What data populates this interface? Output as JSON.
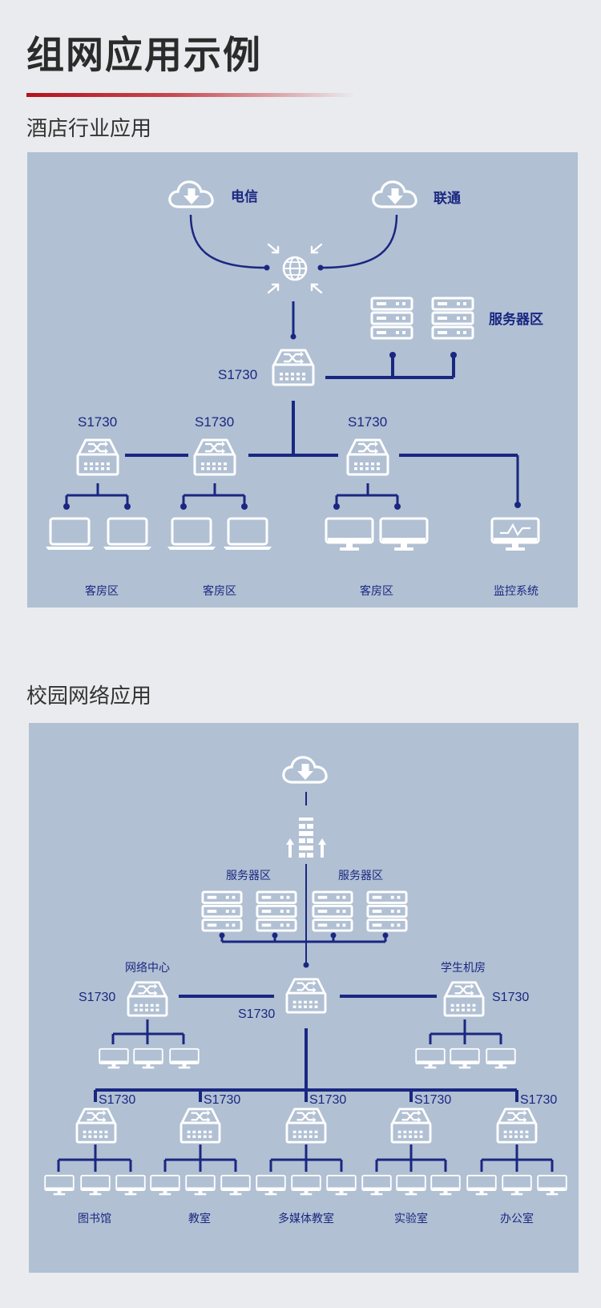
{
  "page": {
    "title": "组网应用示例"
  },
  "hotel": {
    "section_title": "酒店行业应用",
    "isp1": "电信",
    "isp2": "联通",
    "server_area": "服务器区",
    "core_switch": "S1730",
    "access_switches": [
      "S1730",
      "S1730",
      "S1730"
    ],
    "zones": [
      "客房区",
      "客房区",
      "客房区",
      "监控系统"
    ]
  },
  "campus": {
    "section_title": "校园网络应用",
    "server_area_left": "服务器区",
    "server_area_right": "服务器区",
    "network_center": "网络中心",
    "student_lab": "学生机房",
    "core_switch": "S1730",
    "left_switch": "S1730",
    "right_switch": "S1730",
    "access_switches": [
      "S1730",
      "S1730",
      "S1730",
      "S1730",
      "S1730"
    ],
    "zones": [
      "图书馆",
      "教室",
      "多媒体教室",
      "实验室",
      "办公室"
    ]
  },
  "colors": {
    "panel_bg": "#b1c0d3",
    "line": "#1a2781",
    "icon": "#ffffff",
    "accent_rule": "#b3121e"
  }
}
